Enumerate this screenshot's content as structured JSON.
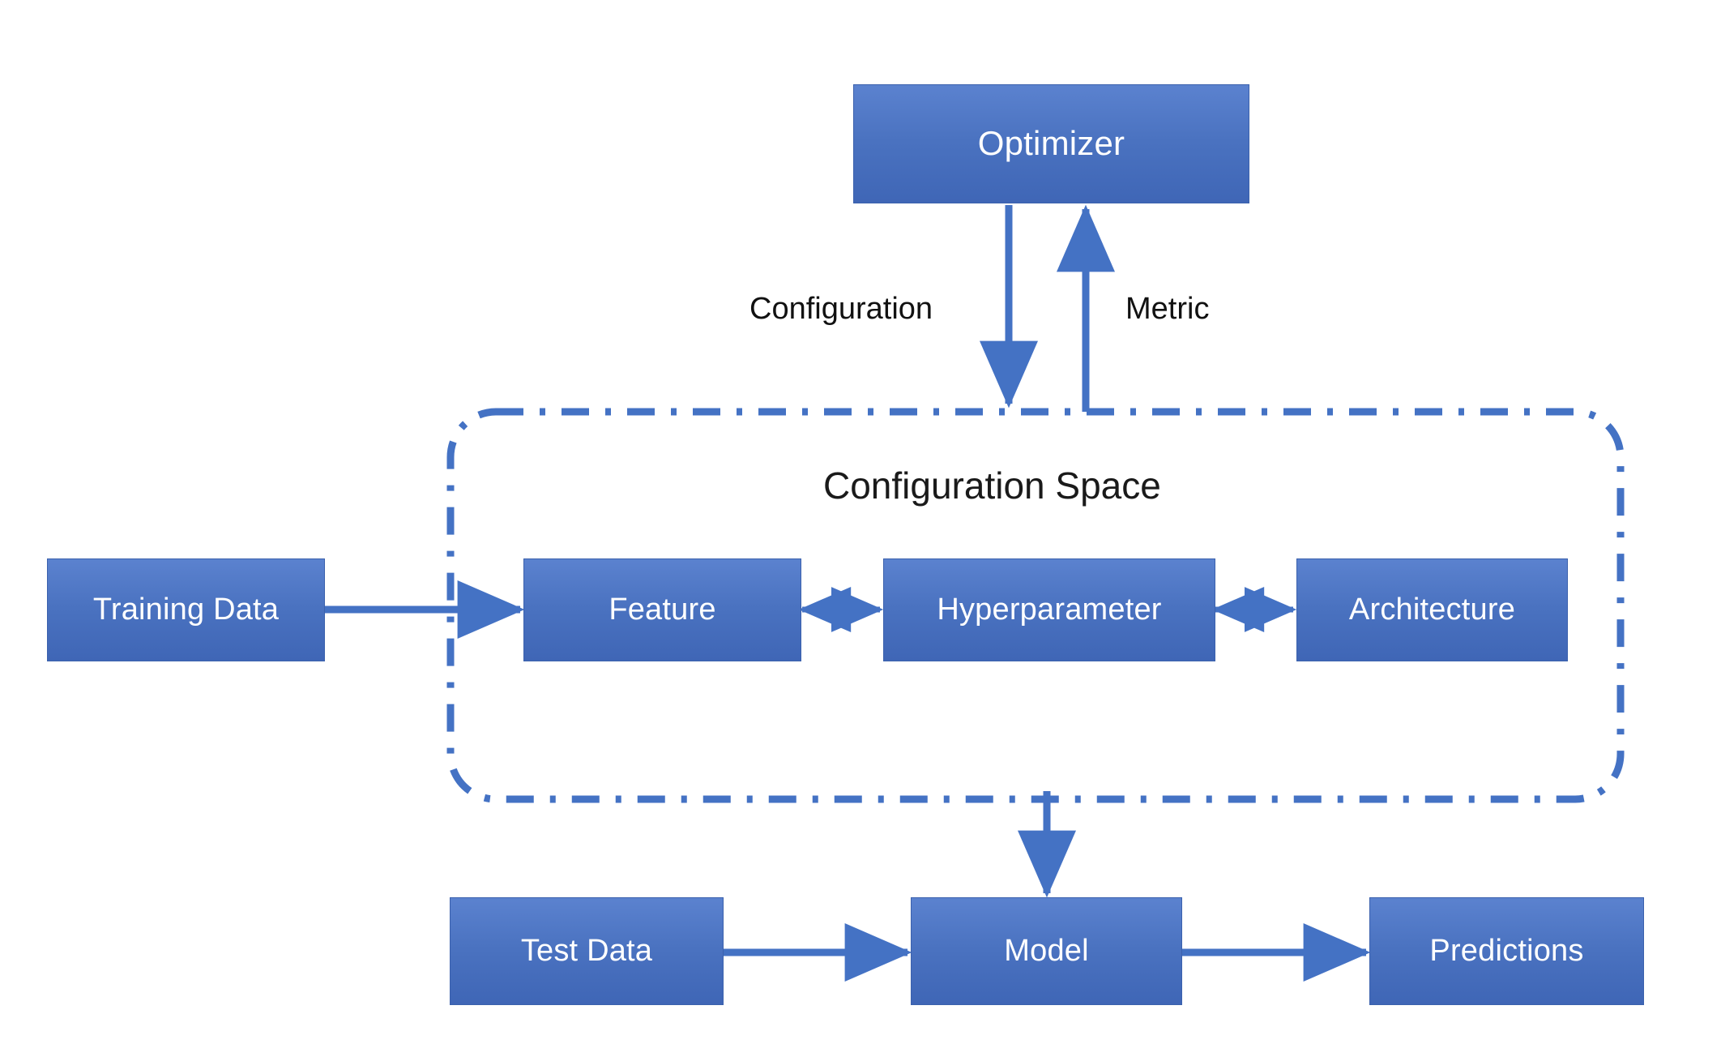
{
  "diagram": {
    "title": "Configuration Space",
    "background_color": "#ffffff",
    "node_fill_top": "#5b82cf",
    "node_fill_bottom": "#3f66b6",
    "node_border_color": "#3b61ad",
    "node_text_color": "#ffffff",
    "arrow_color": "#4472c4",
    "boundary_color": "#4472c4",
    "label_text_color": "#111111"
  },
  "nodes": {
    "optimizer": {
      "label": "Optimizer"
    },
    "training_data": {
      "label": "Training Data"
    },
    "feature": {
      "label": "Feature"
    },
    "hyperparameter": {
      "label": "Hyperparameter"
    },
    "architecture": {
      "label": "Architecture"
    },
    "test_data": {
      "label": "Test Data"
    },
    "model": {
      "label": "Model"
    },
    "predictions": {
      "label": "Predictions"
    }
  },
  "region": {
    "label": "Configuration Space"
  },
  "edge_labels": {
    "configuration": "Configuration",
    "metric": "Metric"
  }
}
